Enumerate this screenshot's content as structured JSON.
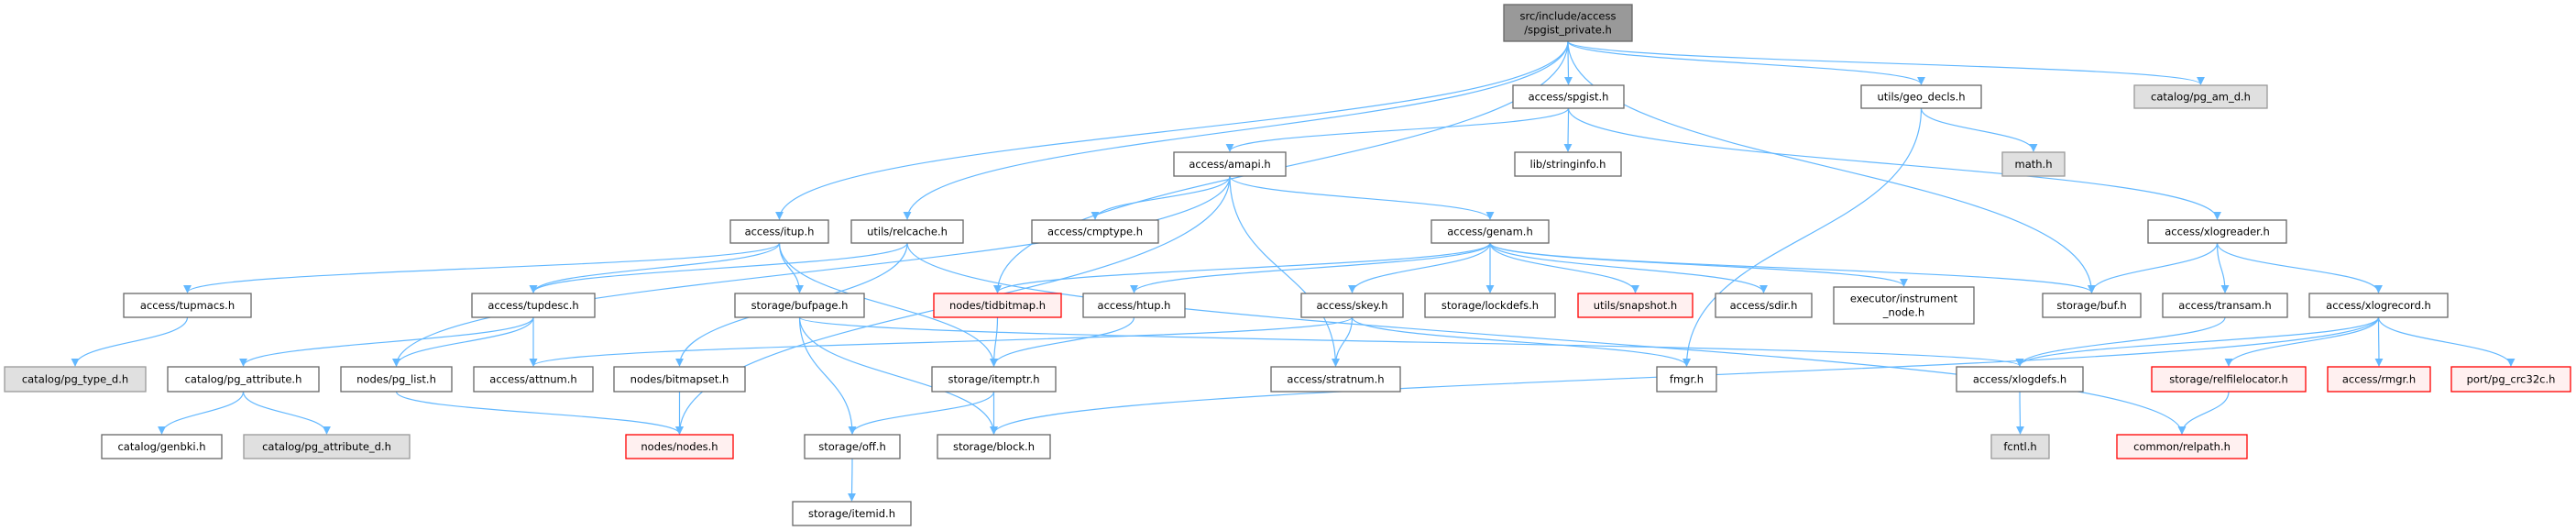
{
  "graph": {
    "colors": {
      "edge": "#63b8ff",
      "main_fill": "#999999",
      "normal_border": "#666666",
      "external_fill": "#e0e0e0",
      "truncated_border": "#ff0000",
      "truncated_fill": "#fff0f0"
    },
    "nodes": [
      {
        "lines": [
          "src/include/access",
          "/spgist_private.h"
        ],
        "style": "main"
      },
      {
        "lines": [
          "access/spgist.h"
        ],
        "style": "normal"
      },
      {
        "lines": [
          "utils/geo_decls.h"
        ],
        "style": "normal"
      },
      {
        "lines": [
          "catalog/pg_am_d.h"
        ],
        "style": "external"
      },
      {
        "lines": [
          "access/amapi.h"
        ],
        "style": "normal"
      },
      {
        "lines": [
          "lib/stringinfo.h"
        ],
        "style": "normal"
      },
      {
        "lines": [
          "math.h"
        ],
        "style": "external"
      },
      {
        "lines": [
          "access/itup.h"
        ],
        "style": "normal"
      },
      {
        "lines": [
          "utils/relcache.h"
        ],
        "style": "normal"
      },
      {
        "lines": [
          "access/cmptype.h"
        ],
        "style": "normal"
      },
      {
        "lines": [
          "access/genam.h"
        ],
        "style": "normal"
      },
      {
        "lines": [
          "access/xlogreader.h"
        ],
        "style": "normal"
      },
      {
        "lines": [
          "access/tupmacs.h"
        ],
        "style": "normal"
      },
      {
        "lines": [
          "access/tupdesc.h"
        ],
        "style": "normal"
      },
      {
        "lines": [
          "storage/bufpage.h"
        ],
        "style": "normal"
      },
      {
        "lines": [
          "nodes/tidbitmap.h"
        ],
        "style": "truncated"
      },
      {
        "lines": [
          "access/htup.h"
        ],
        "style": "normal"
      },
      {
        "lines": [
          "access/skey.h"
        ],
        "style": "normal"
      },
      {
        "lines": [
          "storage/lockdefs.h"
        ],
        "style": "normal"
      },
      {
        "lines": [
          "utils/snapshot.h"
        ],
        "style": "truncated"
      },
      {
        "lines": [
          "access/sdir.h"
        ],
        "style": "normal"
      },
      {
        "lines": [
          "executor/instrument",
          "_node.h"
        ],
        "style": "normal"
      },
      {
        "lines": [
          "storage/buf.h"
        ],
        "style": "normal"
      },
      {
        "lines": [
          "access/transam.h"
        ],
        "style": "normal"
      },
      {
        "lines": [
          "access/xlogrecord.h"
        ],
        "style": "normal"
      },
      {
        "lines": [
          "catalog/pg_type_d.h"
        ],
        "style": "external"
      },
      {
        "lines": [
          "catalog/pg_attribute.h"
        ],
        "style": "normal"
      },
      {
        "lines": [
          "nodes/pg_list.h"
        ],
        "style": "normal"
      },
      {
        "lines": [
          "access/attnum.h"
        ],
        "style": "normal"
      },
      {
        "lines": [
          "nodes/bitmapset.h"
        ],
        "style": "normal"
      },
      {
        "lines": [
          "storage/itemptr.h"
        ],
        "style": "normal"
      },
      {
        "lines": [
          "access/stratnum.h"
        ],
        "style": "normal"
      },
      {
        "lines": [
          "fmgr.h"
        ],
        "style": "normal"
      },
      {
        "lines": [
          "access/xlogdefs.h"
        ],
        "style": "normal"
      },
      {
        "lines": [
          "storage/relfilelocator.h"
        ],
        "style": "truncated"
      },
      {
        "lines": [
          "access/rmgr.h"
        ],
        "style": "truncated"
      },
      {
        "lines": [
          "port/pg_crc32c.h"
        ],
        "style": "truncated"
      },
      {
        "lines": [
          "catalog/genbki.h"
        ],
        "style": "normal"
      },
      {
        "lines": [
          "catalog/pg_attribute_d.h"
        ],
        "style": "external"
      },
      {
        "lines": [
          "nodes/nodes.h"
        ],
        "style": "truncated"
      },
      {
        "lines": [
          "storage/off.h"
        ],
        "style": "normal"
      },
      {
        "lines": [
          "storage/block.h"
        ],
        "style": "normal"
      },
      {
        "lines": [
          "fcntl.h"
        ],
        "style": "external"
      },
      {
        "lines": [
          "common/relpath.h"
        ],
        "style": "truncated"
      },
      {
        "lines": [
          "storage/itemid.h"
        ],
        "style": "normal"
      }
    ],
    "edges": [
      [
        0,
        1
      ],
      [
        0,
        2
      ],
      [
        0,
        3
      ],
      [
        0,
        22
      ],
      [
        0,
        7
      ],
      [
        0,
        8
      ],
      [
        0,
        15
      ],
      [
        1,
        4
      ],
      [
        1,
        5
      ],
      [
        1,
        11
      ],
      [
        2,
        6
      ],
      [
        2,
        32
      ],
      [
        4,
        9
      ],
      [
        4,
        10
      ],
      [
        4,
        31
      ],
      [
        4,
        27
      ],
      [
        4,
        39
      ],
      [
        7,
        12
      ],
      [
        7,
        13
      ],
      [
        7,
        14
      ],
      [
        7,
        30
      ],
      [
        8,
        13
      ],
      [
        8,
        29
      ],
      [
        8,
        43
      ],
      [
        10,
        15
      ],
      [
        10,
        16
      ],
      [
        10,
        17
      ],
      [
        10,
        18
      ],
      [
        10,
        19
      ],
      [
        10,
        20
      ],
      [
        10,
        21
      ],
      [
        10,
        22
      ],
      [
        11,
        22
      ],
      [
        11,
        23
      ],
      [
        11,
        24
      ],
      [
        12,
        25
      ],
      [
        13,
        26
      ],
      [
        13,
        27
      ],
      [
        13,
        28
      ],
      [
        14,
        40
      ],
      [
        14,
        41
      ],
      [
        14,
        33
      ],
      [
        15,
        30
      ],
      [
        16,
        30
      ],
      [
        17,
        31
      ],
      [
        17,
        32
      ],
      [
        17,
        28
      ],
      [
        23,
        33
      ],
      [
        24,
        33
      ],
      [
        24,
        34
      ],
      [
        24,
        35
      ],
      [
        24,
        36
      ],
      [
        24,
        41
      ],
      [
        26,
        37
      ],
      [
        26,
        38
      ],
      [
        27,
        39
      ],
      [
        29,
        39
      ],
      [
        30,
        40
      ],
      [
        30,
        41
      ],
      [
        40,
        44
      ],
      [
        33,
        42
      ],
      [
        34,
        43
      ]
    ]
  }
}
